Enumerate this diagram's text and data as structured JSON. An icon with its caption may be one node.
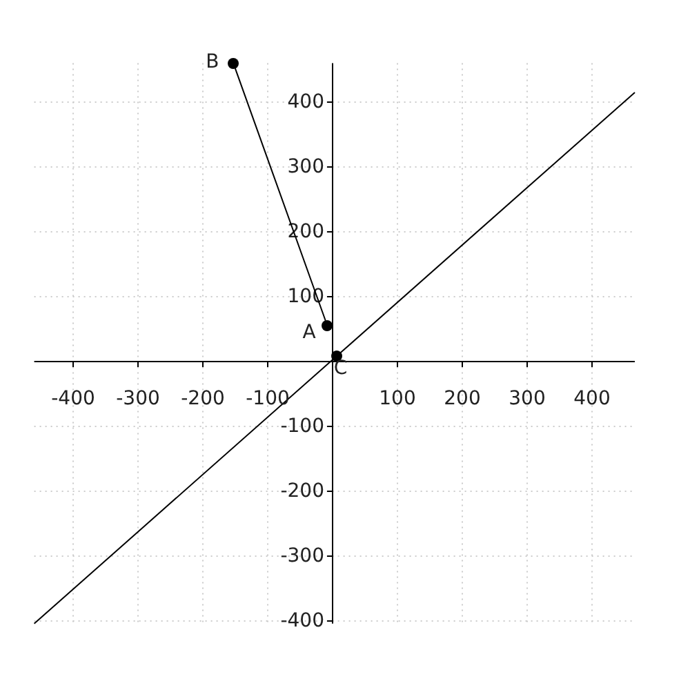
{
  "diagram": {
    "nodes": [
      {
        "text": [
          "B"
        ]
      },
      {
        "text": [
          "A"
        ]
      },
      {
        "text": [
          "C"
        ]
      }
    ],
    "edges": [
      {
        "from": 0,
        "to": 1,
        "arrow": "none"
      }
    ],
    "chart_data": {
      "type": "line",
      "grid": true,
      "xlim": [
        -460,
        466
      ],
      "ylim": [
        -404,
        460
      ],
      "xticks": [
        -400,
        -300,
        -200,
        -100,
        100,
        200,
        300,
        400
      ],
      "yticks": [
        -400,
        -300,
        -200,
        -100,
        100,
        200,
        300,
        400
      ],
      "x": [
        -460,
        466
      ],
      "series": [
        {
          "color": "#000000",
          "values": [
            -404,
            415
          ]
        }
      ]
    }
  }
}
